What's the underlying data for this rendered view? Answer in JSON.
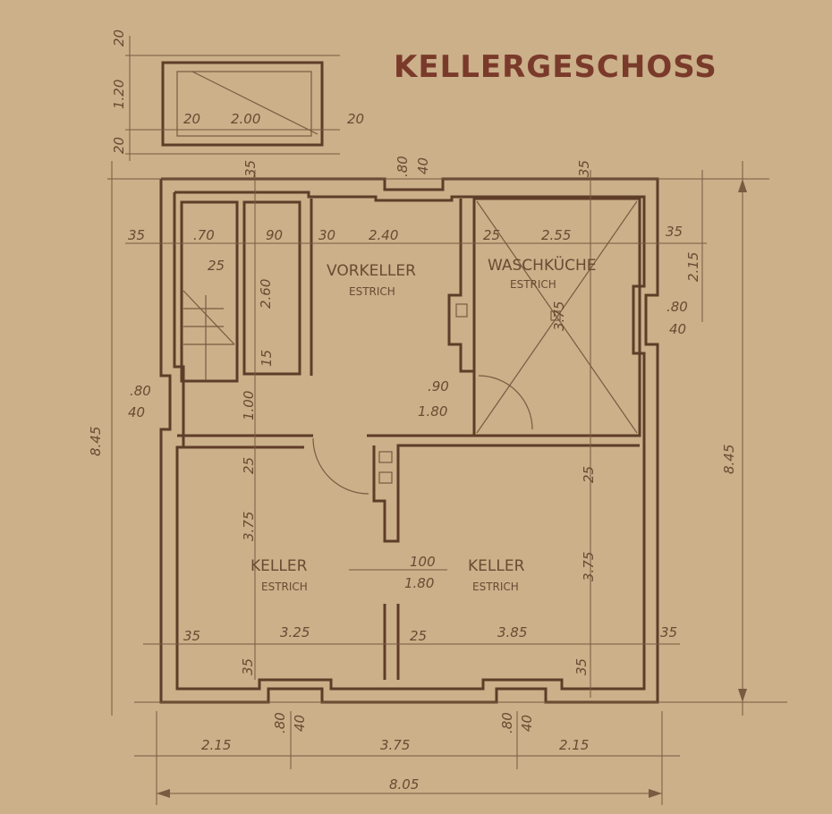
{
  "title": "KELLERGESCHOSS",
  "rooms": {
    "vorkeller": {
      "name": "VORKELLER",
      "floor": "ESTRICH"
    },
    "waschkueche": {
      "name": "WASCHKÜCHE",
      "floor": "ESTRICH"
    },
    "keller_left": {
      "name": "KELLER",
      "floor": "ESTRICH"
    },
    "keller_right": {
      "name": "KELLER",
      "floor": "ESTRICH"
    }
  },
  "dimensions": {
    "total_width": "8.05",
    "total_height": "8.45",
    "bottom_left": "2.15",
    "bottom_mid": "3.75",
    "bottom_right": "2.15",
    "window_80": ".80",
    "window_40": "40",
    "wall_35": "35",
    "wall_30": "30",
    "wall_25": "25",
    "wall_15": "15",
    "w_70": ".70",
    "w_90": "90",
    "w_240": "2.40",
    "w_255": "2.55",
    "h_215": "2.15",
    "h_375": "3.75",
    "h_260": "2.60",
    "h_100": "1.00",
    "door_90": ".90",
    "door_180": "1.80",
    "door_100": "100",
    "w_325": "3.25",
    "w_385": "3.85",
    "stair_20": "20",
    "stair_120": "1.20",
    "stair_200": "2.00"
  }
}
